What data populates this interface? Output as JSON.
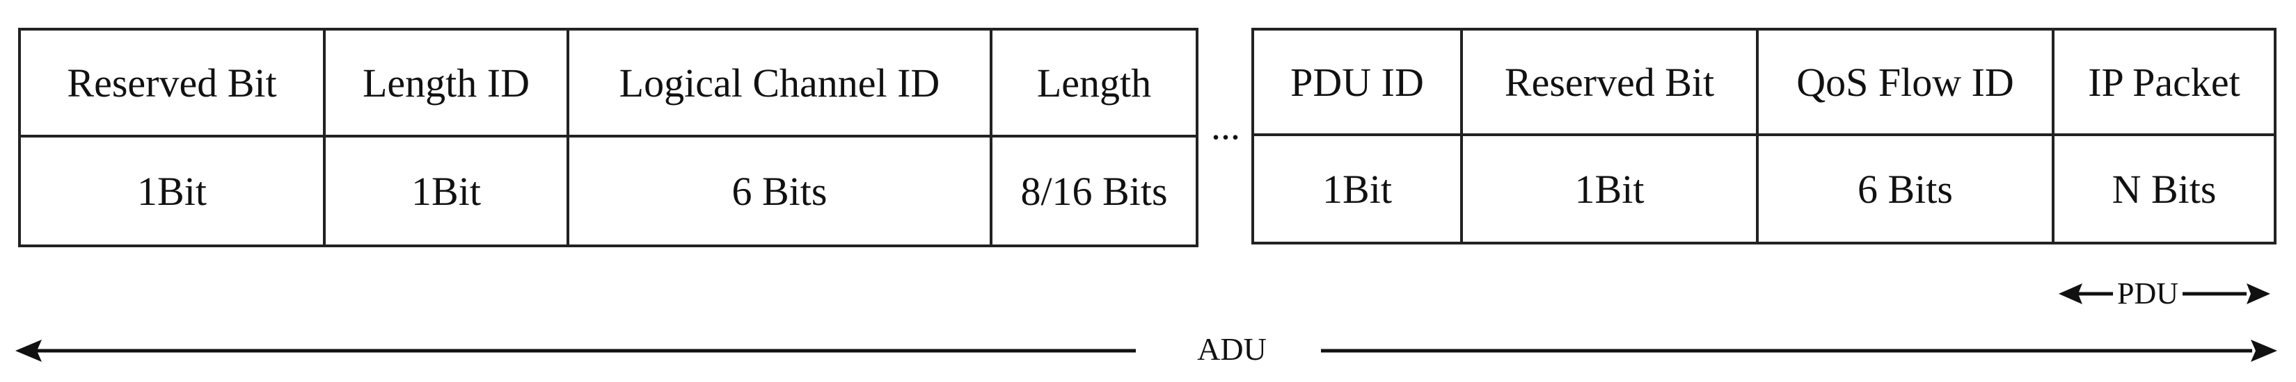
{
  "left_table": {
    "headers": [
      "Reserved Bit",
      "Length ID",
      "Logical Channel ID",
      "Length"
    ],
    "values": [
      "1Bit",
      "1Bit",
      "6 Bits",
      "8/16 Bits"
    ]
  },
  "separator": "...",
  "right_table": {
    "headers": [
      "PDU ID",
      "Reserved Bit",
      "QoS Flow ID",
      "IP Packet"
    ],
    "values": [
      "1Bit",
      "1Bit",
      "6 Bits",
      "N Bits"
    ]
  },
  "labels": {
    "pdu": "PDU",
    "adu": "ADU"
  }
}
